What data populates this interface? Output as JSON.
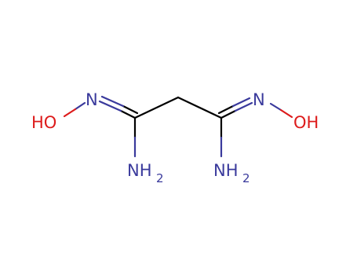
{
  "colors": {
    "background": "#ffffff",
    "carbon_bond": "#000000",
    "nitrogen": "#3a3a9c",
    "oxygen": "#dd1b1b"
  },
  "atoms": {
    "n_left": "N",
    "oh_left": "HO",
    "nh2_left_main": "NH",
    "nh2_left_sub": "2",
    "n_right": "N",
    "oh_right": "OH",
    "nh2_right_main": "NH",
    "nh2_right_sub": "2"
  }
}
